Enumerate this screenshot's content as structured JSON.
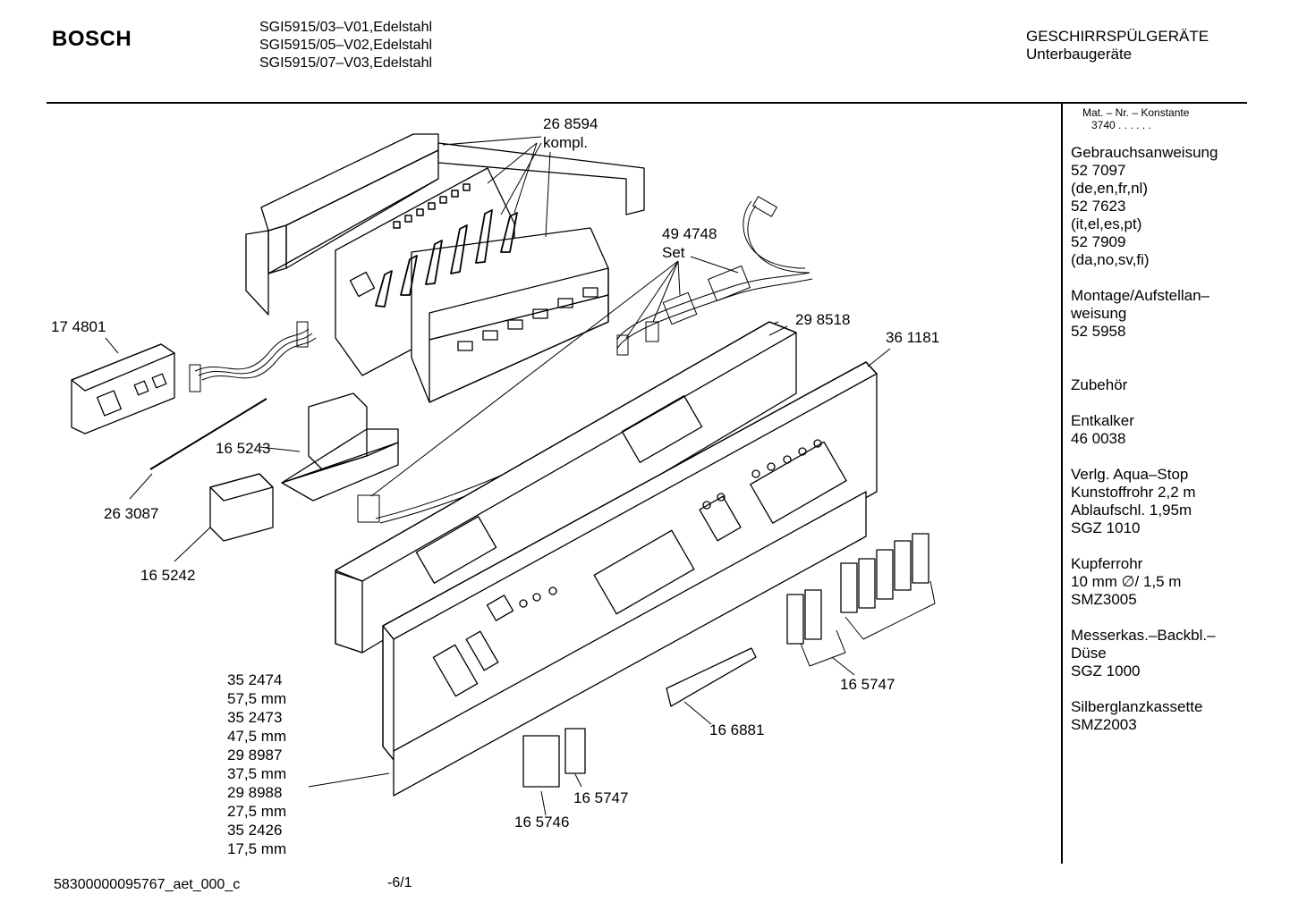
{
  "header": {
    "brand": "BOSCH",
    "models": [
      "SGI5915/03–V01,Edelstahl",
      "SGI5915/05–V02,Edelstahl",
      "SGI5915/07–V03,Edelstahl"
    ],
    "category_line1": "GESCHIRRSPÜLGERÄTE",
    "category_line2": "Unterbaugeräte"
  },
  "sidebar": {
    "mat_header": "Mat. – Nr. – Konstante",
    "mat_value": "3740  .  .     .  .  .  .",
    "groups": [
      [
        "Gebrauchsanweisung",
        "52 7097",
        "(de,en,fr,nl)",
        "52 7623",
        "(it,el,es,pt)",
        "52 7909",
        "(da,no,sv,fi)"
      ],
      [
        "Montage/Aufstellan–",
        "weisung",
        "52 5958"
      ],
      [
        "",
        "Zubehör"
      ],
      [
        "Entkalker",
        "46 0038"
      ],
      [
        "Verlg. Aqua–Stop",
        "Kunstoffrohr 2,2 m",
        "Ablaufschl. 1,95m",
        "SGZ 1010"
      ],
      [
        "Kupferrohr",
        "10 mm ∅/ 1,5 m",
        "SMZ3005"
      ],
      [
        "Messerkas.–Backbl.–",
        "Düse",
        "SGZ 1000"
      ],
      [
        "Silberglanzkassette",
        "SMZ2003"
      ]
    ]
  },
  "callouts": {
    "c268594": "26 8594",
    "kompl": "kompl.",
    "c494748": "49 4748",
    "set": "Set",
    "c174801": "17 4801",
    "c298518": "29 8518",
    "c361181": "36 1181",
    "c165243": "16 5243",
    "c263087": "26 3087",
    "c165242": "16 5242",
    "c165747a": "16 5747",
    "c166881": "16 6881",
    "c165747b": "16 5747",
    "c165746": "16 5746",
    "sizes": [
      "35 2474",
      "57,5 mm",
      "35 2473",
      "47,5 mm",
      "29 8987",
      "37,5 mm",
      "29 8988",
      "27,5 mm",
      "35 2426",
      "17,5 mm"
    ]
  },
  "footer": {
    "doc_id": "58300000095767_aet_000_c",
    "page": "-6/1"
  }
}
